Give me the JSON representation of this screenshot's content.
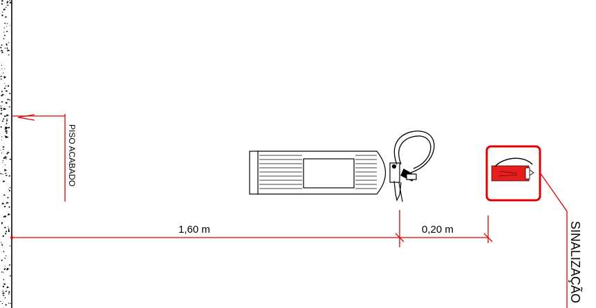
{
  "labels": {
    "floor_level": "PISO ACABADO",
    "signage": "SINALIZAÇÃO"
  },
  "dimensions": {
    "wall_to_extinguisher": "1,60  m",
    "extinguisher_to_sign": "0,20  m"
  },
  "colors": {
    "dimension_line": "#e00000",
    "signage_red": "#e00000",
    "extinguisher_red": "#e61e1e",
    "linework": "#000000",
    "background": "#ffffff"
  },
  "icons": {
    "extinguisher_drawing": "fire-extinguisher-side-view",
    "signage_plate": "fire-extinguisher-sign"
  }
}
